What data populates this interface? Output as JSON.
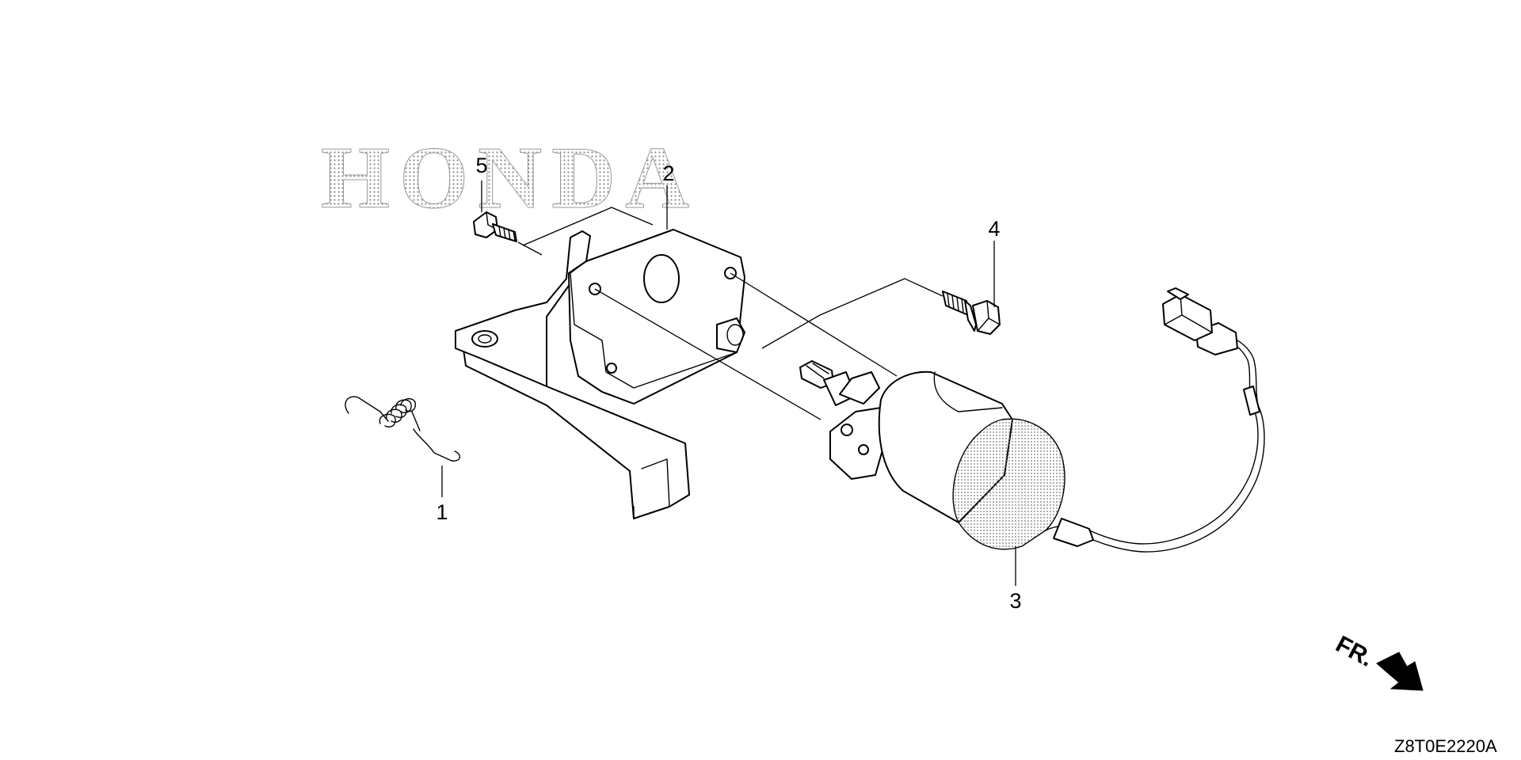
{
  "watermark": "HONDA",
  "parts": [
    {
      "number": "1",
      "name": "spring"
    },
    {
      "number": "2",
      "name": "bracket"
    },
    {
      "number": "3",
      "name": "solenoid"
    },
    {
      "number": "4",
      "name": "flange-bolt"
    },
    {
      "number": "5",
      "name": "bolt"
    }
  ],
  "direction_label": "FR.",
  "drawing_code": "Z8T0E2220A",
  "colors": {
    "line": "#000000",
    "background": "#ffffff",
    "watermark_dots": "#9a9a9a"
  }
}
